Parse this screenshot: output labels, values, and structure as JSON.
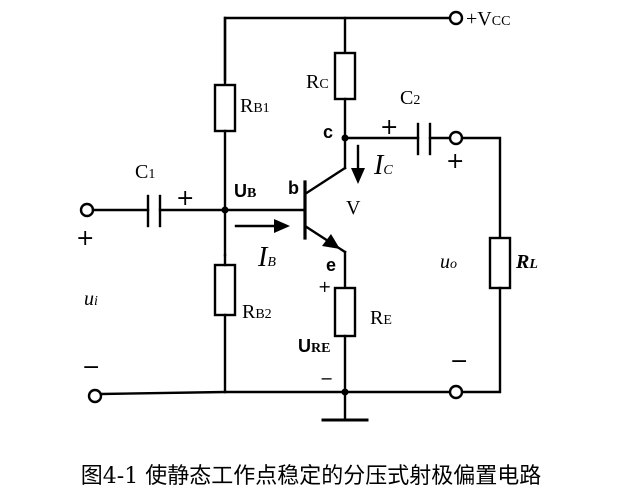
{
  "labels": {
    "vcc": "+V",
    "vcc_sub": "CC",
    "rb1": "R",
    "rb1_sub": "B1",
    "rc": "R",
    "rc_sub": "C",
    "c2": "C",
    "c2_sub": "2",
    "c1": "C",
    "c1_sub": "1",
    "ub": "U",
    "ub_sub": "B",
    "node_b": "b",
    "node_c": "c",
    "node_e": "e",
    "ic": "I",
    "ic_sub": "C",
    "ib": "I",
    "ib_sub": "B",
    "v": "V",
    "rb2": "R",
    "rb2_sub": "B2",
    "re": "R",
    "re_sub": "E",
    "ure": "U",
    "ure_sub": "RE",
    "rl": "R",
    "rl_sub": "L",
    "ui": "u",
    "ui_sub": "i",
    "uo": "u",
    "uo_sub": "o",
    "plus": "+",
    "minus": "−"
  },
  "caption": "图4-1 使静态工作点稳定的分压式射极偏置电路"
}
